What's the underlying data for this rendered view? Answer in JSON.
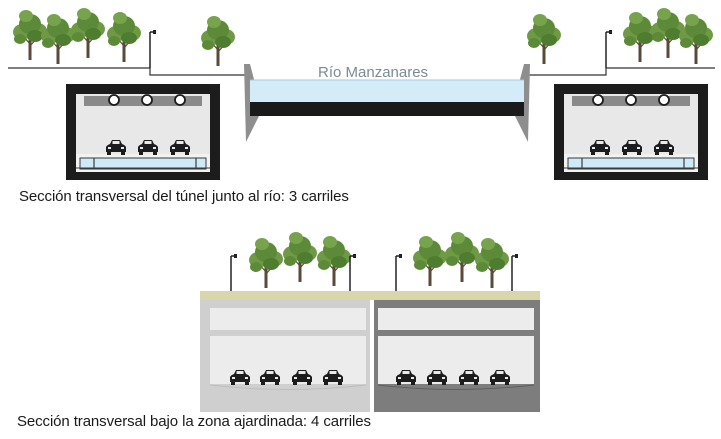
{
  "river": {
    "label": "Río Manzanares"
  },
  "sections": [
    {
      "caption": "Sección transversal del túnel junto al río: 3 carriles",
      "lanes": 3
    },
    {
      "caption": "Sección transversal bajo la zona ajardinada: 4 carriles",
      "lanes": 4
    }
  ],
  "colors": {
    "tunnel_wall": "#1c1c1c",
    "tunnel_interior": "#e9e9e9",
    "ceiling_band": "#8a8a8a",
    "water": "#cde9f5",
    "river_bed": "#1a1a1a",
    "embankment": "#9a9a9a",
    "grass": "#d6d6a8",
    "light_tunnel": "#cfcfcf",
    "dark_tunnel": "#7a7a7a",
    "foliage": "#5f8f3c",
    "trunk": "#5a4a3a"
  },
  "icons": [
    "tree-icon",
    "lamp-post-icon",
    "car-icon",
    "ceiling-light-icon"
  ]
}
